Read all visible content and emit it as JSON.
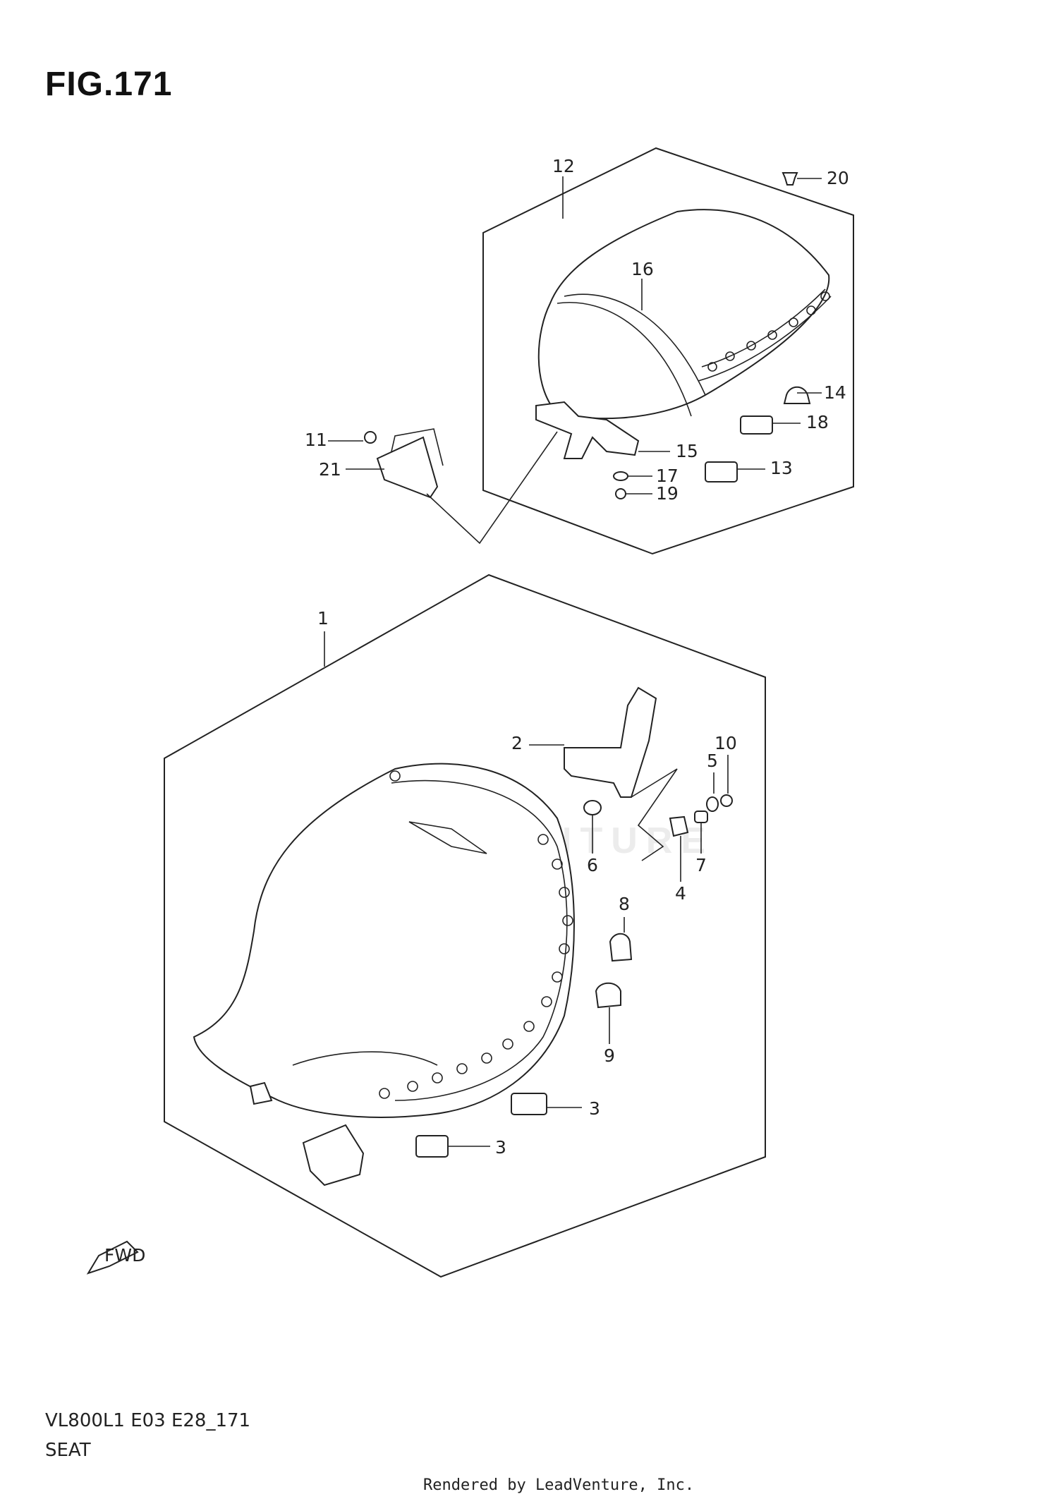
{
  "figure_title": "FIG.171",
  "model_code": "VL800L1 E03 E28_171",
  "section_title": "SEAT",
  "rendered_by": "Rendered by LeadVenture, Inc.",
  "watermark": "LEADVENTURE",
  "fwd_label": "FWD",
  "callouts": [
    "1",
    "2",
    "3",
    "3",
    "4",
    "5",
    "6",
    "7",
    "8",
    "9",
    "10",
    "11",
    "12",
    "13",
    "14",
    "15",
    "16",
    "17",
    "18",
    "19",
    "20",
    "21"
  ]
}
